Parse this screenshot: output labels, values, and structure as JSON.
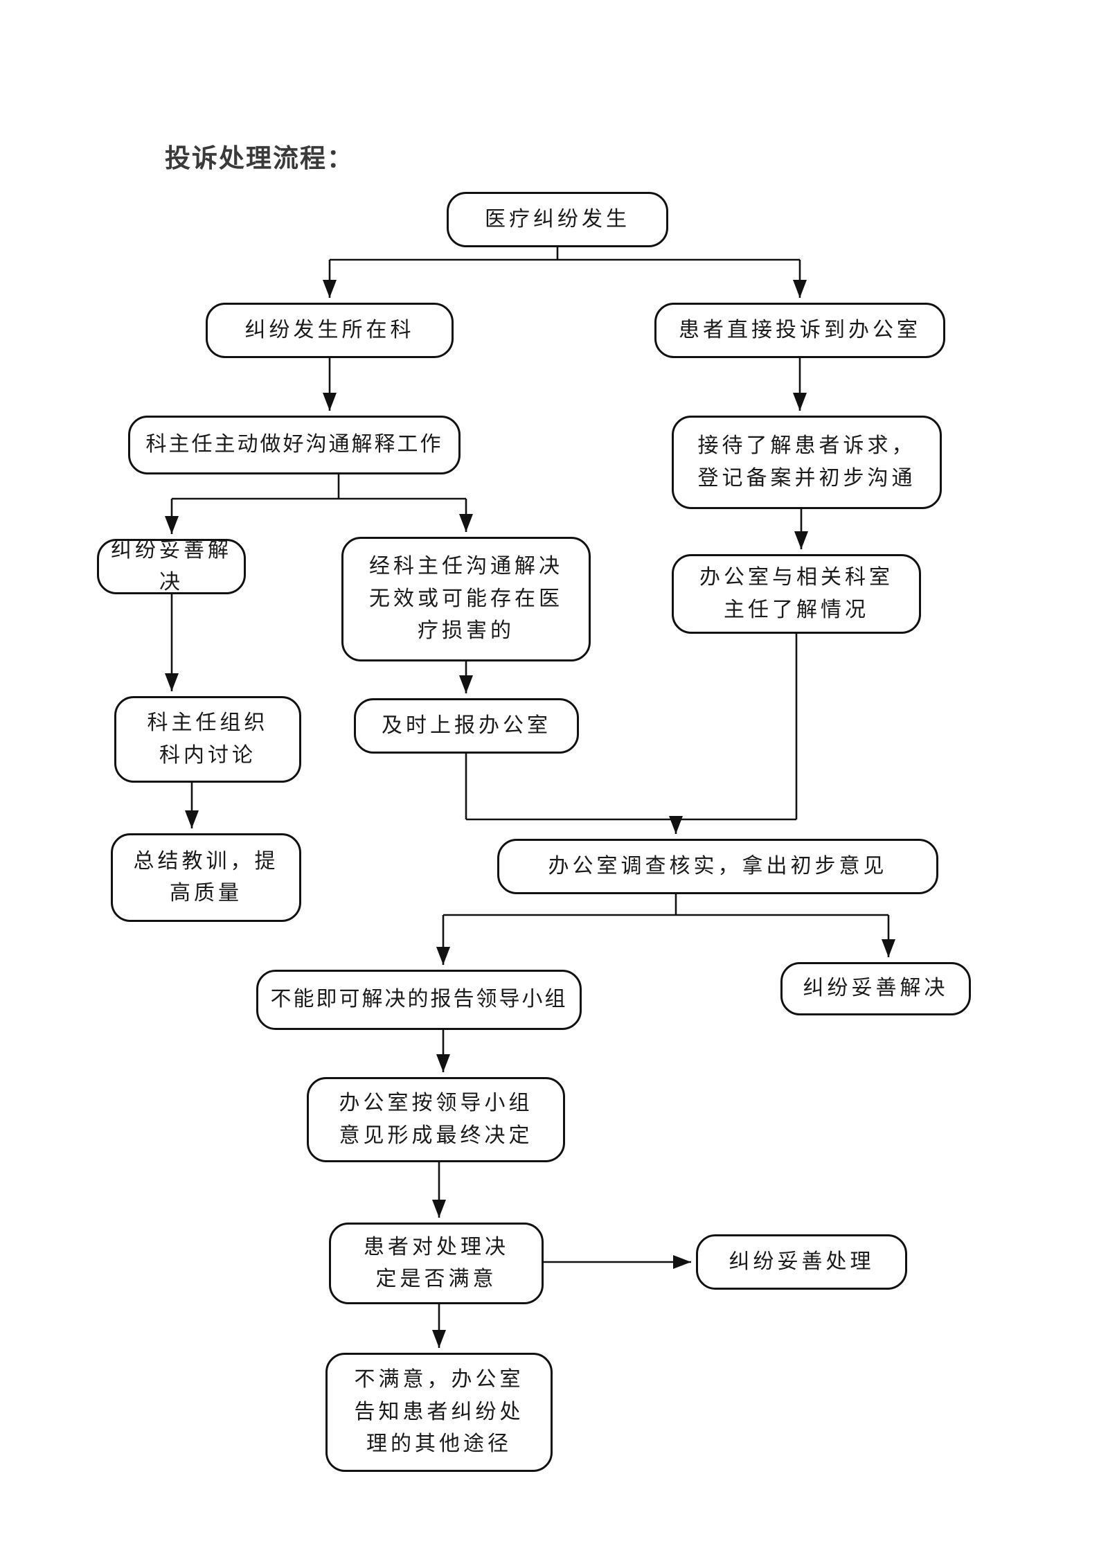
{
  "page": {
    "title": "投诉处理流程：",
    "background": "#ffffff"
  },
  "colors": {
    "line": "#111111",
    "node_border": "#111111",
    "node_text": "#1a1a1a",
    "title_text": "#3a3a3a"
  },
  "flowchart": {
    "nodes": {
      "dispute_occurs": {
        "text": "医疗纠纷发生"
      },
      "dept_involved": {
        "text": "纠纷发生所在科"
      },
      "patient_complains_to_office": {
        "text": "患者直接投诉到办公室"
      },
      "director_communicates": {
        "text": "科主任主动做好沟通解释工作"
      },
      "reception_register": {
        "text": "接待了解患者诉求，\n登记备案并初步沟通"
      },
      "dispute_resolved_left": {
        "text": "纠纷妥善解决"
      },
      "communication_ineffective": {
        "text": "经科主任沟通解决\n无效或可能存在医\n疗损害的"
      },
      "office_with_dept_director": {
        "text": "办公室与相关科室\n主任了解情况"
      },
      "dept_discussion": {
        "text": "科主任组织\n科内讨论"
      },
      "report_to_office": {
        "text": "及时上报办公室"
      },
      "summarize_lessons": {
        "text": "总结教训，提\n高质量"
      },
      "office_investigates": {
        "text": "办公室调查核实，拿出初步意见"
      },
      "report_leadership_group": {
        "text": "不能即可解决的报告领导小组"
      },
      "dispute_resolved_right": {
        "text": "纠纷妥善解决"
      },
      "final_decision": {
        "text": "办公室按领导小组\n意见形成最终决定"
      },
      "patient_satisfied": {
        "text": "患者对处理决\n定是否满意"
      },
      "dispute_properly_handled": {
        "text": "纠纷妥善处理"
      },
      "other_channels": {
        "text": "不满意，办公室\n告知患者纠纷处\n理的其他途径"
      }
    }
  }
}
